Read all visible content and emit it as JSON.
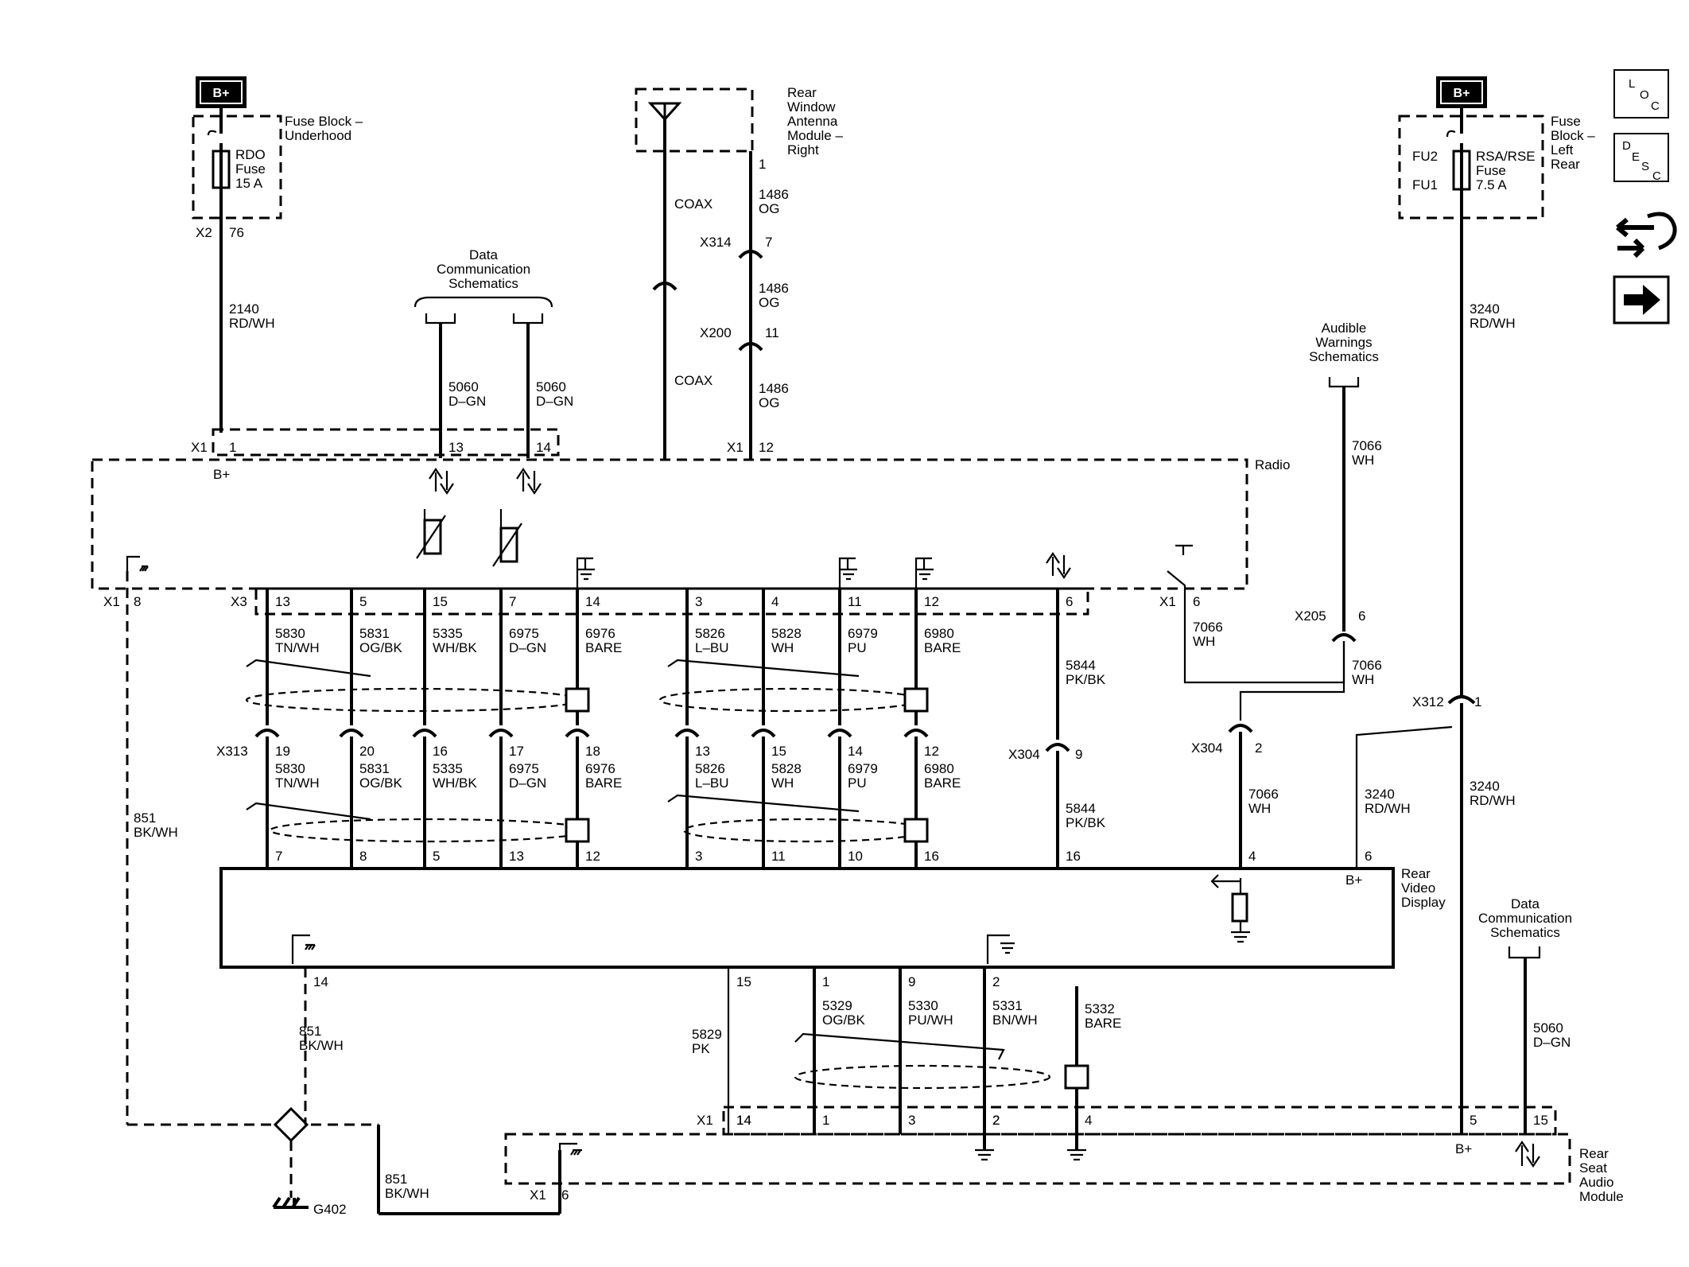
{
  "badges": {
    "b_plus": "B+"
  },
  "nav": {
    "loc": [
      "L",
      "O",
      "C"
    ],
    "desc": [
      "D",
      "E",
      "S",
      "C"
    ]
  },
  "fuse_block_underhood": {
    "title": [
      "Fuse Block –",
      "Underhood"
    ],
    "fuse": [
      "RDO",
      "Fuse",
      "15 A"
    ],
    "connector": "X2",
    "pin": "76"
  },
  "fuse_block_rear": {
    "title": [
      "Fuse",
      "Block –",
      "Left",
      "Rear"
    ],
    "fuse": [
      "RSA/RSE",
      "Fuse",
      "7.5 A"
    ],
    "fu2": "FU2",
    "fu1": "FU1"
  },
  "antenna": {
    "title": [
      "Rear",
      "Window",
      "Antenna",
      "Module –",
      "Right"
    ],
    "pin": "1",
    "coax": "COAX",
    "x314": "X314",
    "x314_pin": "7",
    "x200": "X200",
    "x200_pin": "11",
    "circuit": "1486",
    "color": "OG"
  },
  "data_comm": [
    "Data",
    "Communication",
    "Schematics"
  ],
  "audible": [
    "Audible",
    "Warnings",
    "Schematics"
  ],
  "radio": {
    "label": "Radio",
    "x1": "X1",
    "x3": "X3",
    "bplus": "B+",
    "pins_top": [
      "1",
      "13",
      "14",
      "12"
    ],
    "pin_ground": "8",
    "pins_x3": [
      "13",
      "5",
      "15",
      "7",
      "14",
      "3",
      "4",
      "11",
      "12",
      "6"
    ],
    "pin_x1_6": "6"
  },
  "wires": {
    "2140": [
      "2140",
      "RD/WH"
    ],
    "5060": [
      "5060",
      "D–GN"
    ],
    "3240": [
      "3240",
      "RD/WH"
    ],
    "7066": [
      "7066",
      "WH"
    ],
    "851": [
      "851",
      "BK/WH"
    ],
    "upper": [
      [
        "5830",
        "TN/WH"
      ],
      [
        "5831",
        "OG/BK"
      ],
      [
        "5335",
        "WH/BK"
      ],
      [
        "6975",
        "D–GN"
      ],
      [
        "6976",
        "BARE"
      ],
      [
        "5826",
        "L–BU"
      ],
      [
        "5828",
        "WH"
      ],
      [
        "6979",
        "PU"
      ],
      [
        "6980",
        "BARE"
      ],
      [
        "5844",
        "PK/BK"
      ]
    ]
  },
  "x313": {
    "label": "X313",
    "pins": [
      "19",
      "20",
      "16",
      "17",
      "18",
      "13",
      "15",
      "14",
      "12"
    ]
  },
  "x304": {
    "label": "X304",
    "pin_a": "9",
    "pin_b": "2"
  },
  "x205": {
    "label": "X205",
    "pin": "6"
  },
  "x312": {
    "label": "X312",
    "pin": "1"
  },
  "rvd": {
    "title": [
      "Rear",
      "Video",
      "Display"
    ],
    "bplus": "B+",
    "pins_top": [
      "7",
      "8",
      "5",
      "13",
      "12",
      "3",
      "11",
      "10",
      "16",
      "4",
      "6"
    ],
    "pins_bottom": [
      "14",
      "15",
      "1",
      "9",
      "2"
    ]
  },
  "lower_wires": [
    [
      "5829",
      "PK"
    ],
    [
      "5329",
      "OG/BK"
    ],
    [
      "5330",
      "PU/WH"
    ],
    [
      "5331",
      "BN/WH"
    ],
    [
      "5332",
      "BARE"
    ]
  ],
  "rsa": {
    "title": [
      "Rear",
      "Seat",
      "Audio",
      "Module"
    ],
    "x1": "X1",
    "bplus": "B+",
    "pins": [
      "14",
      "1",
      "3",
      "2",
      "4",
      "5",
      "15"
    ],
    "ground_pin": "6"
  },
  "ground": {
    "label": "G402"
  }
}
